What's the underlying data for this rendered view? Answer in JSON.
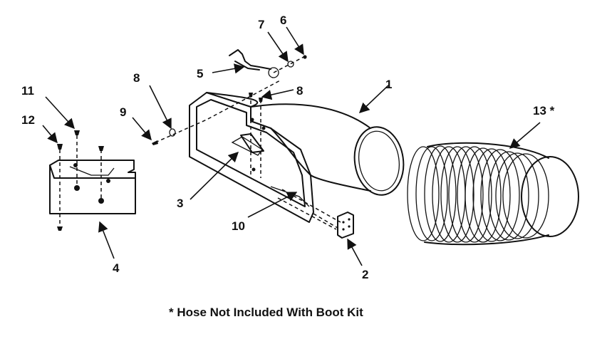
{
  "callouts": {
    "c1": "1",
    "c2": "2",
    "c3": "3",
    "c4": "4",
    "c5": "5",
    "c6": "6",
    "c7": "7",
    "c8a": "8",
    "c8b": "8",
    "c9": "9",
    "c10": "10",
    "c11": "11",
    "c12": "12",
    "c13": "13 *"
  },
  "footnote": "* Hose Not Included With Boot Kit"
}
